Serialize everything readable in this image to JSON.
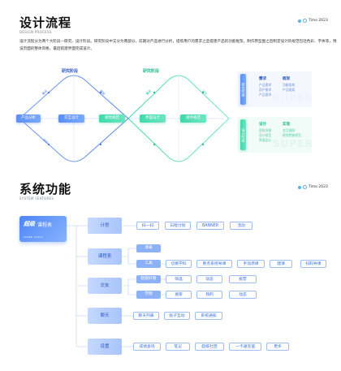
{
  "section1": {
    "title": "设计流程",
    "subtitle": "DESIGN PROCESS",
    "brand": "Timo 2023",
    "description": "设计流程分为两个大阶段—研究、设计阶段。研究阶段中又分为两部分，前期对产品进行分析，提炼用户的需求之后提建产品的功能框架。制作原型图之后制定设计的规范包括色彩、字体等，预设页面的整体风格，最后搭建界面完成设计。",
    "phase_research": "研究阶段",
    "phase_design": "研究阶段",
    "diag_left_up": "需求",
    "diag_left_down": "定位",
    "diag_mid_up": "框架",
    "diag_right_up": "需求",
    "diag_right_down": "设计",
    "nodes": [
      "产品分析",
      "交互设计",
      "视觉规范",
      "界面设计",
      "组件规范"
    ],
    "card1": {
      "tab": "研究阶段",
      "col1_head": "需求",
      "col1_items": [
        "产品需求",
        "用户需求",
        "产品需求"
      ],
      "col2_head": "框架",
      "col2_items": [
        "功能架构",
        "产品框架"
      ],
      "watermark": "SUPER"
    },
    "card2": {
      "tab": "设计阶段",
      "col1_head": "设计",
      "col1_items": [
        "视觉风格",
        "设计规范",
        "界面设计"
      ],
      "col2_head": "实现",
      "col2_items": [
        "交互规则",
        "视觉检查规范"
      ],
      "watermark": "SUPER"
    }
  },
  "section2": {
    "title": "系统功能",
    "subtitle": "SYSTEM FEATURES",
    "brand": "Timo 2023",
    "course": {
      "logo": "超级",
      "label": "课程表",
      "sub": "SUPER CLASS"
    },
    "rows": [
      {
        "cat": "计划",
        "items": [
          "扫一扫",
          "日程计划",
          "BANNER",
          "活动"
        ]
      },
      {
        "cat": "课程表",
        "subs": [
          {
            "name": "课表",
            "items": []
          },
          {
            "name": "工具",
            "items": [
              "切换学科",
              "教务系统导课",
              "手动添课",
              "建课",
              "扫码导课"
            ]
          }
        ]
      },
      {
        "cat": "交友",
        "subs": [
          {
            "name": "超级好看",
            "items": [
              "筛选",
              "动态",
              "投票"
            ]
          },
          {
            "name": "学院",
            "items": [
              "搜索",
              "我的",
              "动态"
            ]
          }
        ]
      },
      {
        "cat": "聊天",
        "items": [
          "聊天列表",
          "贴子互动",
          "系统通知"
        ]
      },
      {
        "cat": "设置",
        "items": [
          "成绩查询",
          "笔记",
          "超级社团",
          "一卡通充值",
          "更多"
        ]
      }
    ]
  }
}
